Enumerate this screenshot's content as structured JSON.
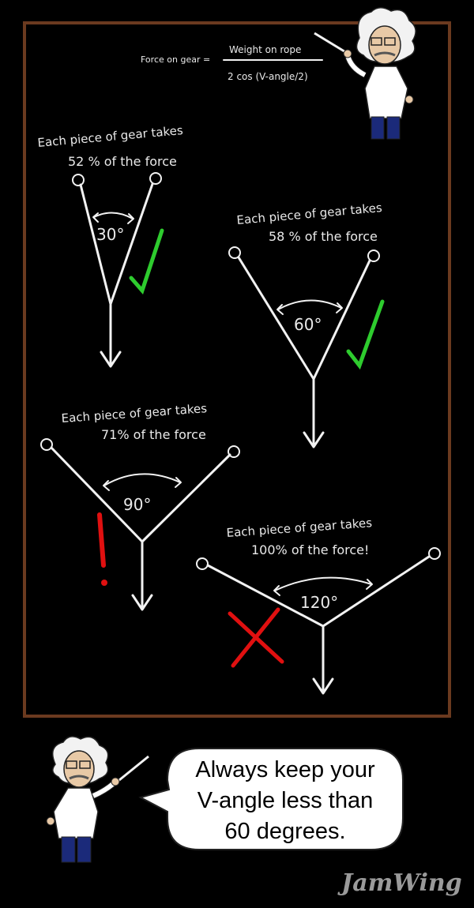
{
  "formula": {
    "lhs": "Force on gear =",
    "numerator": "Weight on rope",
    "denominator": "2 cos (V-angle/2)"
  },
  "diagrams": [
    {
      "angle_label": "30°",
      "caption_line1": "Each piece of gear takes",
      "caption_line2": "52 % of the force",
      "mark": "check",
      "mark_color": "#2ecc2e"
    },
    {
      "angle_label": "60°",
      "caption_line1": "Each piece of gear takes",
      "caption_line2": "58 % of the force",
      "mark": "check",
      "mark_color": "#2ecc2e"
    },
    {
      "angle_label": "90°",
      "caption_line1": "Each piece of gear takes",
      "caption_line2": "71% of the force",
      "mark": "exclamation",
      "mark_color": "#e01010"
    },
    {
      "angle_label": "120°",
      "caption_line1": "Each piece of gear takes",
      "caption_line2": "100% of the force!",
      "mark": "cross",
      "mark_color": "#e01010"
    }
  ],
  "speech_bubble": {
    "line1": "Always keep your",
    "line2": "V-angle less than",
    "line3": "60 degrees."
  },
  "logo": "JamWing",
  "colors": {
    "board_frame": "#6b3a1f",
    "chalk": "#f2f2f2",
    "check": "#2ecc2e",
    "warning": "#e01010"
  }
}
